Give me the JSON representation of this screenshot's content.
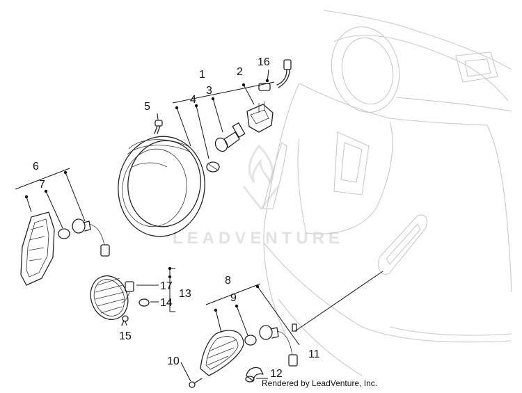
{
  "watermark": {
    "text": "LEADVENTURE"
  },
  "footer": {
    "credit": "Rendered by LeadVenture, Inc."
  },
  "callouts": [
    "1",
    "2",
    "3",
    "4",
    "5",
    "6",
    "7",
    "8",
    "9",
    "10",
    "11",
    "12",
    "13",
    "14",
    "15",
    "16",
    "17"
  ]
}
